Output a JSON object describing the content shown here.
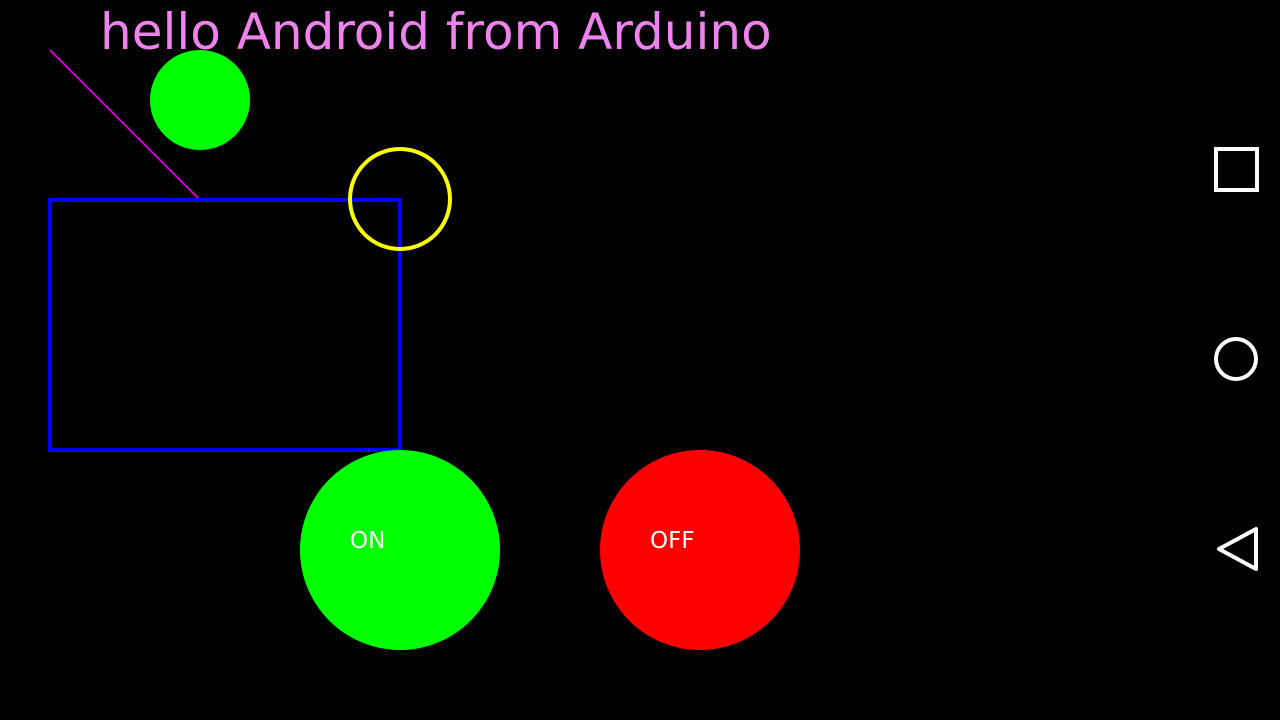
{
  "canvas": {
    "title": "hello Android from Arduino",
    "colors": {
      "title": "#ee82ee",
      "line": "#cc00cc",
      "filled_circle": "#00ff00",
      "outline_circle": "#ffff00",
      "rectangle": "#0000ff"
    }
  },
  "controls": {
    "on_button": {
      "label": "ON",
      "color": "#00ff00"
    },
    "off_button": {
      "label": "OFF",
      "color": "#ff0000"
    }
  },
  "nav_bar": {
    "icons": [
      "recents-icon",
      "home-icon",
      "back-icon"
    ],
    "icon_color": "#ffffff"
  }
}
